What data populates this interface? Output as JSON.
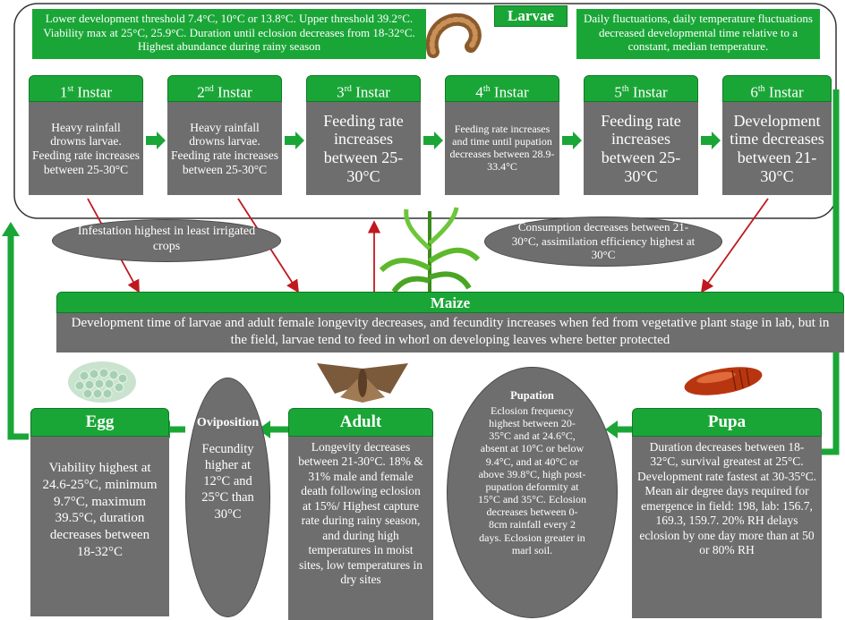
{
  "larvae": {
    "title": "Larvae",
    "left_note": "Lower development threshold 7.4°C, 10°C or 13.8°C. Upper threshold 39.2°C. Viability max at 25°C, 25.9°C. Duration until eclosion decreases from 18-32°C. Highest abundance during rainy season",
    "right_note": "Daily fluctuations, daily temperature fluctuations decreased developmental time relative to a constant, median temperature.",
    "instars": [
      {
        "num": "1",
        "sup": "st",
        "label": " Instar",
        "text": "Heavy rainfall drowns larvae. Feeding rate increases between 25-30°C"
      },
      {
        "num": "2",
        "sup": "nd",
        "label": " Instar",
        "text": "Heavy rainfall drowns larvae. Feeding rate increases between 25-30°C"
      },
      {
        "num": "3",
        "sup": "rd",
        "label": " Instar",
        "text": "Feeding rate increases between 25-30°C"
      },
      {
        "num": "4",
        "sup": "th",
        "label": " Instar",
        "text": "Feeding rate increases and time until pupation decreases  between 28.9-33.4°C"
      },
      {
        "num": "5",
        "sup": "th",
        "label": " Instar",
        "text": "Feeding rate increases between 25-30°C"
      },
      {
        "num": "6",
        "sup": "th",
        "label": " Instar",
        "text": "Development time decreases between 21-30°C"
      }
    ]
  },
  "ovals": {
    "infestation": "Infestation highest in least irrigated crops",
    "consumption": "Consumption decreases between 21-30°C, assimilation efficiency highest at 30°C"
  },
  "maize": {
    "title": "Maize",
    "text": "Development time of larvae and adult female longevity decreases, and  fecundity increases when fed from vegetative plant stage in lab, but in the field, larvae tend to feed in whorl on developing leaves where better protected"
  },
  "egg": {
    "title": "Egg",
    "text": "Viability highest at 24.6-25°C, minimum 9.7°C, maximum 39.5°C, duration decreases between 18-32°C"
  },
  "oviposition": {
    "title": "Oviposition",
    "text": "Fecundity higher at 12°C and 25°C than 30°C"
  },
  "adult": {
    "title": "Adult",
    "text": "Longevity decreases between 21-30°C. 18% & 31% male and female death following eclosion at 15%/ Highest capture rate during rainy season, and during high temperatures in moist sites, low temperatures in dry sites"
  },
  "pupation": {
    "title": "Pupation",
    "text": "Eclosion frequency highest between 20-35°C and at 24.6°C, absent at 10°C or below 9.4°C, and at 40°C or above 39.8°C, high post-pupation deformity at 15°C and 35°C. Eclosion decreases between 0-8cm rainfall every 2 days. Eclosion greater in marl soil."
  },
  "pupa": {
    "title": "Pupa",
    "text": "Duration decreases between 18-32°C, survival greatest at 25°C. Development rate fastest at 30-35°C. Mean air degree days required for emergence in field: 198, lab: 156.7, 169.3, 159.7. 20% RH delays eclosion by one day more than at 50 or 80% RH"
  },
  "colors": {
    "green": "#1aa637",
    "grey": "#6e6e6e",
    "red_arrow": "#c0181f"
  },
  "icons": [
    "larva-image",
    "maize-plant-image",
    "egg-cluster-image",
    "moth-image",
    "pupa-image"
  ]
}
